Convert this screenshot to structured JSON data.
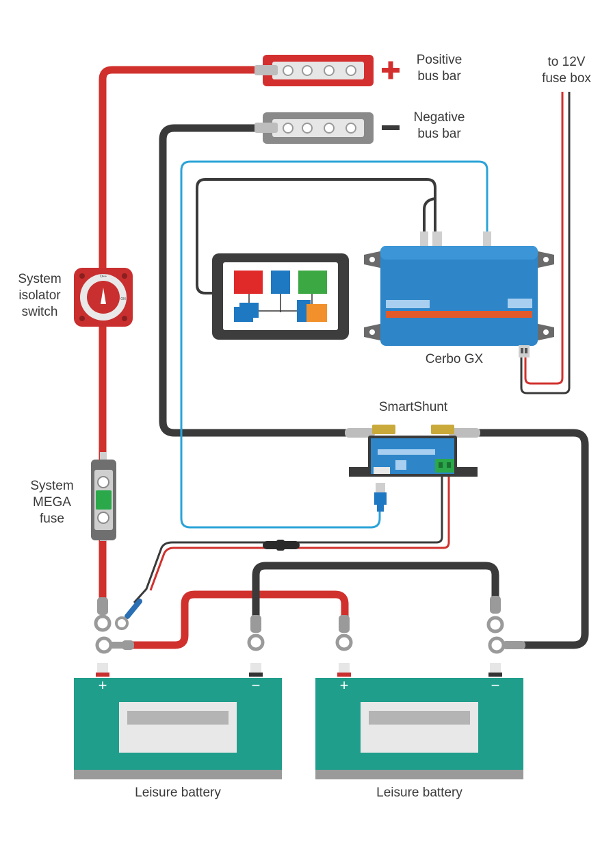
{
  "labels": {
    "positive_bus_bar": [
      "Positive",
      "bus bar"
    ],
    "negative_bus_bar": [
      "Negative",
      "bus bar"
    ],
    "fuse_box": [
      "to 12V",
      "fuse box"
    ],
    "isolator_switch": [
      "System",
      "isolator",
      "switch"
    ],
    "mega_fuse": [
      "System",
      "MEGA",
      "fuse"
    ],
    "cerbo": "Cerbo GX",
    "smartshunt": "SmartShunt",
    "battery_left": "Leisure battery",
    "battery_right": "Leisure battery",
    "switch_off": "OFF",
    "switch_on": "ON"
  },
  "symbols": {
    "plus": "+",
    "minus": "−"
  },
  "colors": {
    "red_cable": "#d0312d",
    "black_cable": "#3a3a3a",
    "blue_cable": "#2aa3d8",
    "battery": "#1f9e8c",
    "cerbo": "#2e86c8",
    "positive_bar": "#d42f2f",
    "negative_bar": "#8a8a8a"
  }
}
